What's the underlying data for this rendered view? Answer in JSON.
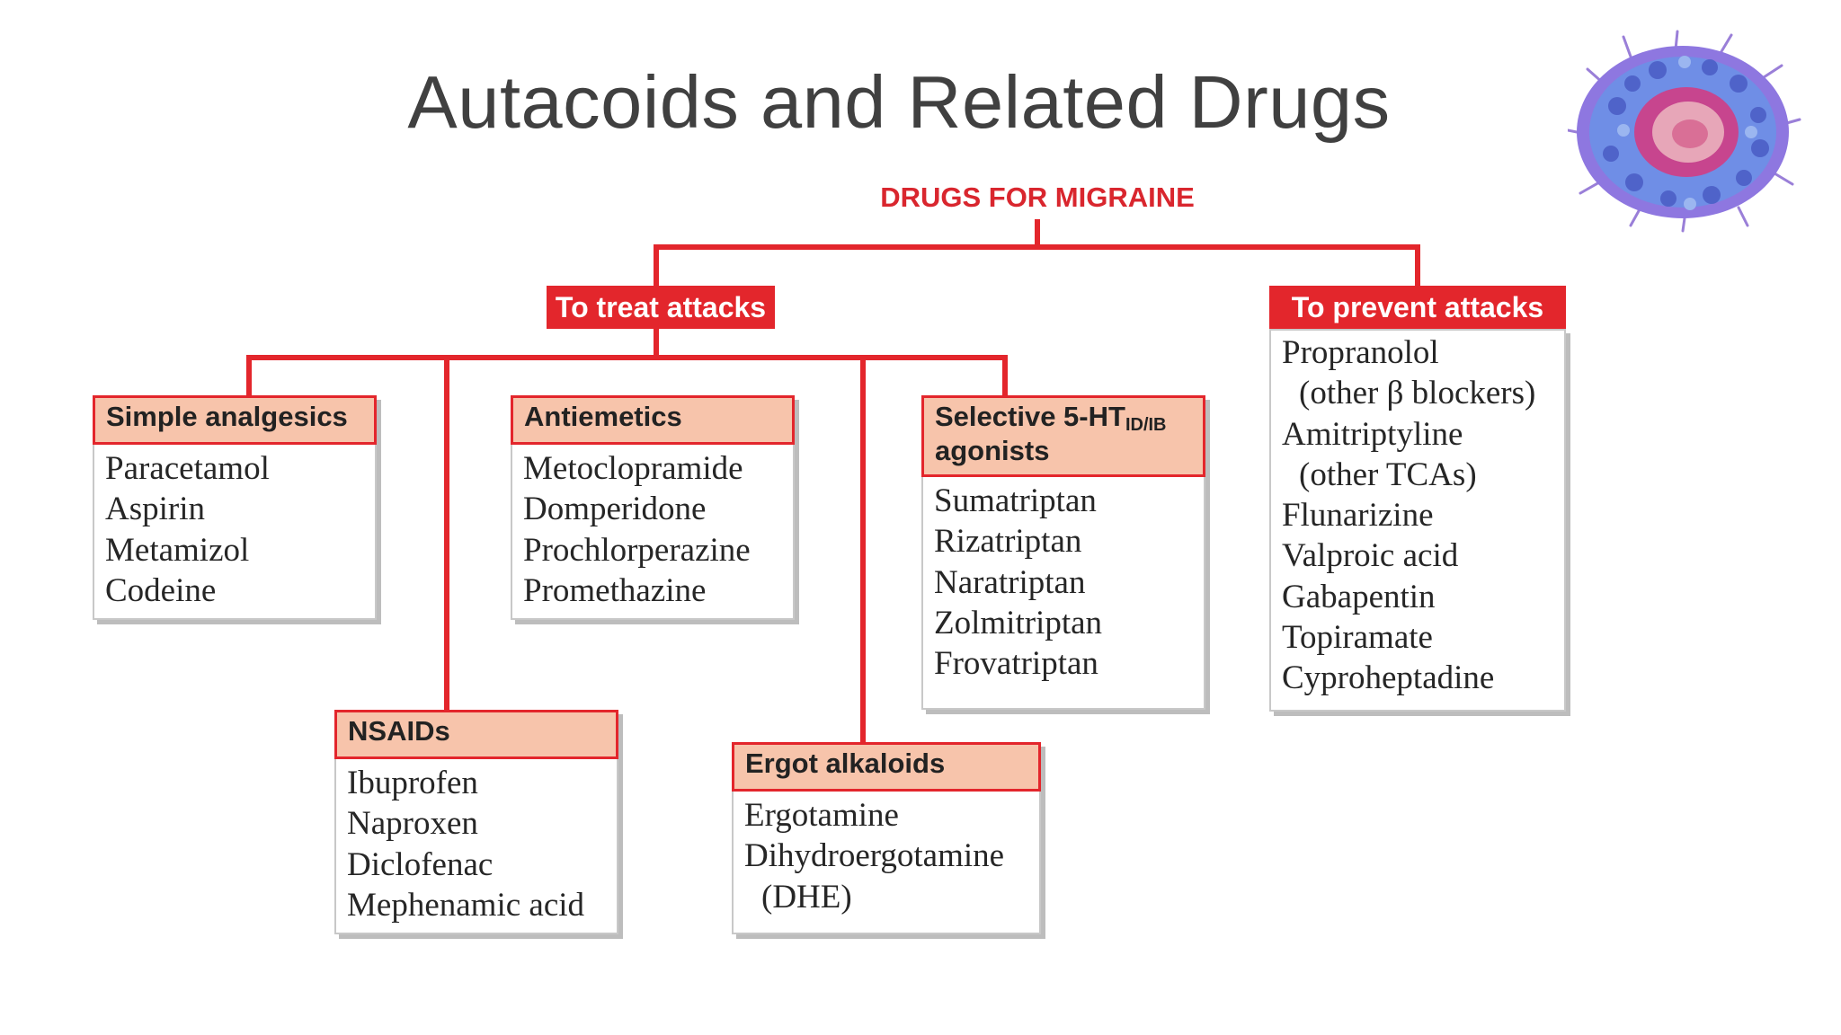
{
  "slide": {
    "title": "Autacoids and Related Drugs"
  },
  "diagram": {
    "root": "DRUGS FOR MIGRAINE",
    "treat": {
      "label": "To treat attacks",
      "simple_analgesics": {
        "heading": "Simple analgesics",
        "items": [
          "Paracetamol",
          "Aspirin",
          "Metamizol",
          "Codeine"
        ]
      },
      "nsaids": {
        "heading": "NSAIDs",
        "items": [
          "Ibuprofen",
          "Naproxen",
          "Diclofenac",
          "Mephenamic acid"
        ]
      },
      "antiemetics": {
        "heading": "Antiemetics",
        "items": [
          "Metoclopramide",
          "Domperidone",
          "Prochlorperazine",
          "Promethazine"
        ]
      },
      "ergot_alkaloids": {
        "heading": "Ergot alkaloids",
        "items": [
          "Ergotamine",
          "Dihydroergotamine",
          "(DHE)"
        ]
      },
      "selective_5ht": {
        "heading_main": "Selective 5-HT",
        "heading_sub": "ID/IB",
        "heading_line2": "agonists",
        "items": [
          "Sumatriptan",
          "Rizatriptan",
          "Naratriptan",
          "Zolmitriptan",
          "Frovatriptan"
        ]
      }
    },
    "prevent": {
      "label": "To prevent attacks",
      "items": [
        "Propranolol",
        "(other β blockers)",
        "Amitriptyline",
        "(other TCAs)",
        "Flunarizine",
        "Valproic acid",
        "Gabapentin",
        "Topiramate",
        "Cyproheptadine"
      ]
    }
  },
  "decor": {
    "image": "immune-cell-illustration",
    "line_color": "#e3262c",
    "header_fill": "#f7c4ab"
  }
}
